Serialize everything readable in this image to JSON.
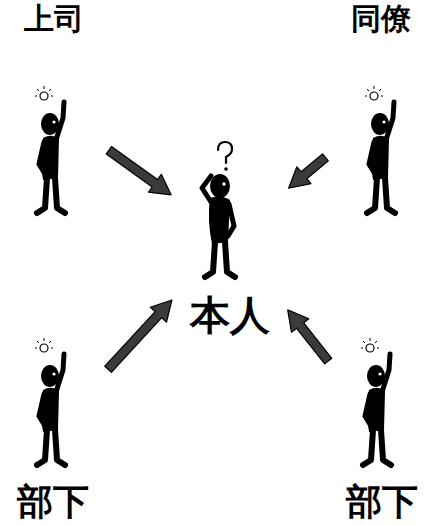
{
  "diagram": {
    "nodes": [
      {
        "text": [
          "上司"
        ]
      },
      {
        "text": [
          "同僚"
        ]
      },
      {
        "text": [
          "本人"
        ]
      },
      {
        "text": [
          "部下"
        ]
      },
      {
        "text": [
          "部下"
        ]
      }
    ],
    "edges": [
      {
        "from": 0,
        "to": 2,
        "arrow": "to"
      },
      {
        "from": 1,
        "to": 2,
        "arrow": "to"
      },
      {
        "from": 3,
        "to": 2,
        "arrow": "to"
      },
      {
        "from": 4,
        "to": 2,
        "arrow": "to"
      }
    ]
  }
}
